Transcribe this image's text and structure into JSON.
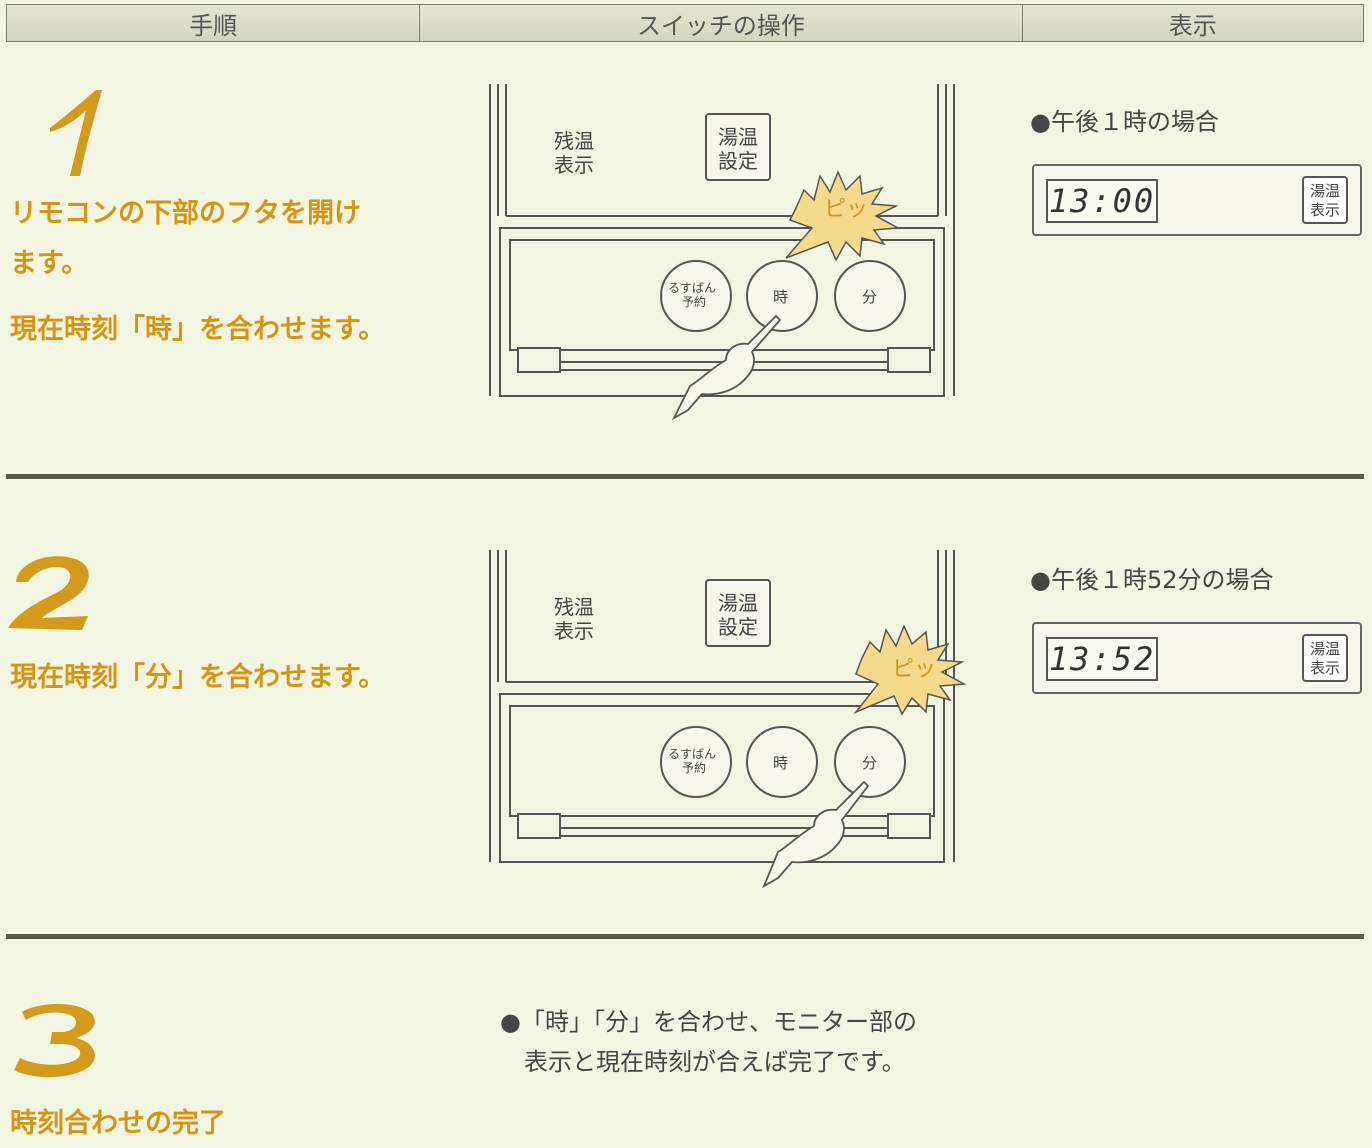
{
  "header": {
    "col_steps": "手順",
    "col_switch": "スイッチの操作",
    "col_display": "表示"
  },
  "colors": {
    "accent": "#d69414",
    "step_number": "#d39a1c",
    "divider": "#585b46",
    "background": "#f2f5e2",
    "burst": "#f5d98c"
  },
  "steps": [
    {
      "number_icon": "numeral-1-icon",
      "text1": "リモコンの下部のフタを開け",
      "text2": "ます。",
      "text3": "現在時刻「時」を合わせます。",
      "display_caption": "●午後１時の場合",
      "lcd_value": "13:00",
      "lcd_button": "湯温\n表示",
      "pressed_button": "時"
    },
    {
      "number_icon": "numeral-2-icon",
      "text1": "現在時刻「分」を合わせます。",
      "display_caption": "●午後１時52分の場合",
      "lcd_value": "13:52",
      "lcd_button": "湯温\n表示",
      "pressed_button": "分"
    },
    {
      "number_icon": "numeral-3-icon",
      "text1": "時刻合わせの完了",
      "note_line1": "●「時」「分」を合わせ、モニター部の",
      "note_line2": "表示と現在時刻が合えば完了です。"
    }
  ],
  "remote": {
    "zanon_line1": "残温",
    "zanon_line2": "表示",
    "yuon_line1": "湯温",
    "yuon_line2": "設定",
    "rusuban_line1": "るすばん",
    "rusuban_line2": "予約",
    "hour_button": "時",
    "minute_button": "分",
    "beep": "ピッ"
  },
  "lcd_button_line1": "湯温",
  "lcd_button_line2": "表示"
}
